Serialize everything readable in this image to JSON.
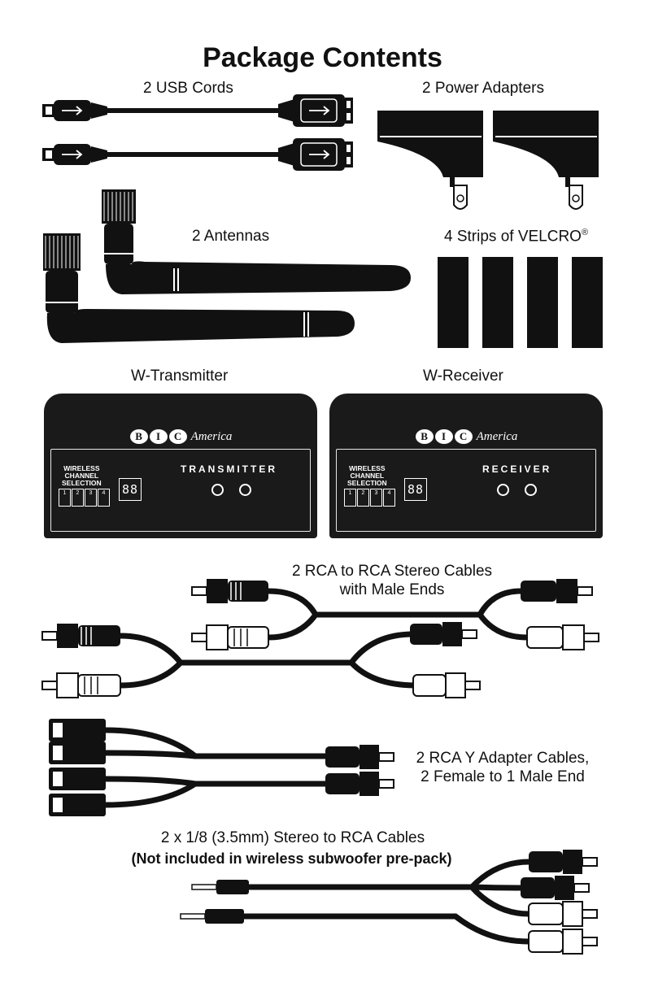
{
  "title": "Package Contents",
  "items": {
    "usb": "2 USB Cords",
    "power": "2 Power Adapters",
    "antennas": "2 Antennas",
    "velcro": "4 Strips of VELCRO",
    "velcro_mark": "®",
    "transmitter": "W-Transmitter",
    "receiver": "W-Receiver",
    "rca_line1": "2 RCA to RCA Stereo Cables",
    "rca_line2": "with Male Ends",
    "y_line1": "2 RCA Y Adapter Cables,",
    "y_line2": "2 Female to 1 Male End",
    "mini_line1": "2 x 1/8 (3.5mm) Stereo to RCA Cables",
    "mini_line2": "(Not included in wireless subwoofer pre-pack)"
  },
  "device": {
    "logo_letters": [
      "B",
      "I",
      "C"
    ],
    "logo_text": "America",
    "selection_label": "WIRELESS CHANNEL SELECTION",
    "selection_lines": [
      "WIRELESS",
      "CHANNEL",
      "SELECTION"
    ],
    "channels": [
      "1",
      "2",
      "3",
      "4"
    ],
    "digits": "88",
    "transmitter_label": "TRANSMITTER",
    "receiver_label": "RECEIVER"
  }
}
